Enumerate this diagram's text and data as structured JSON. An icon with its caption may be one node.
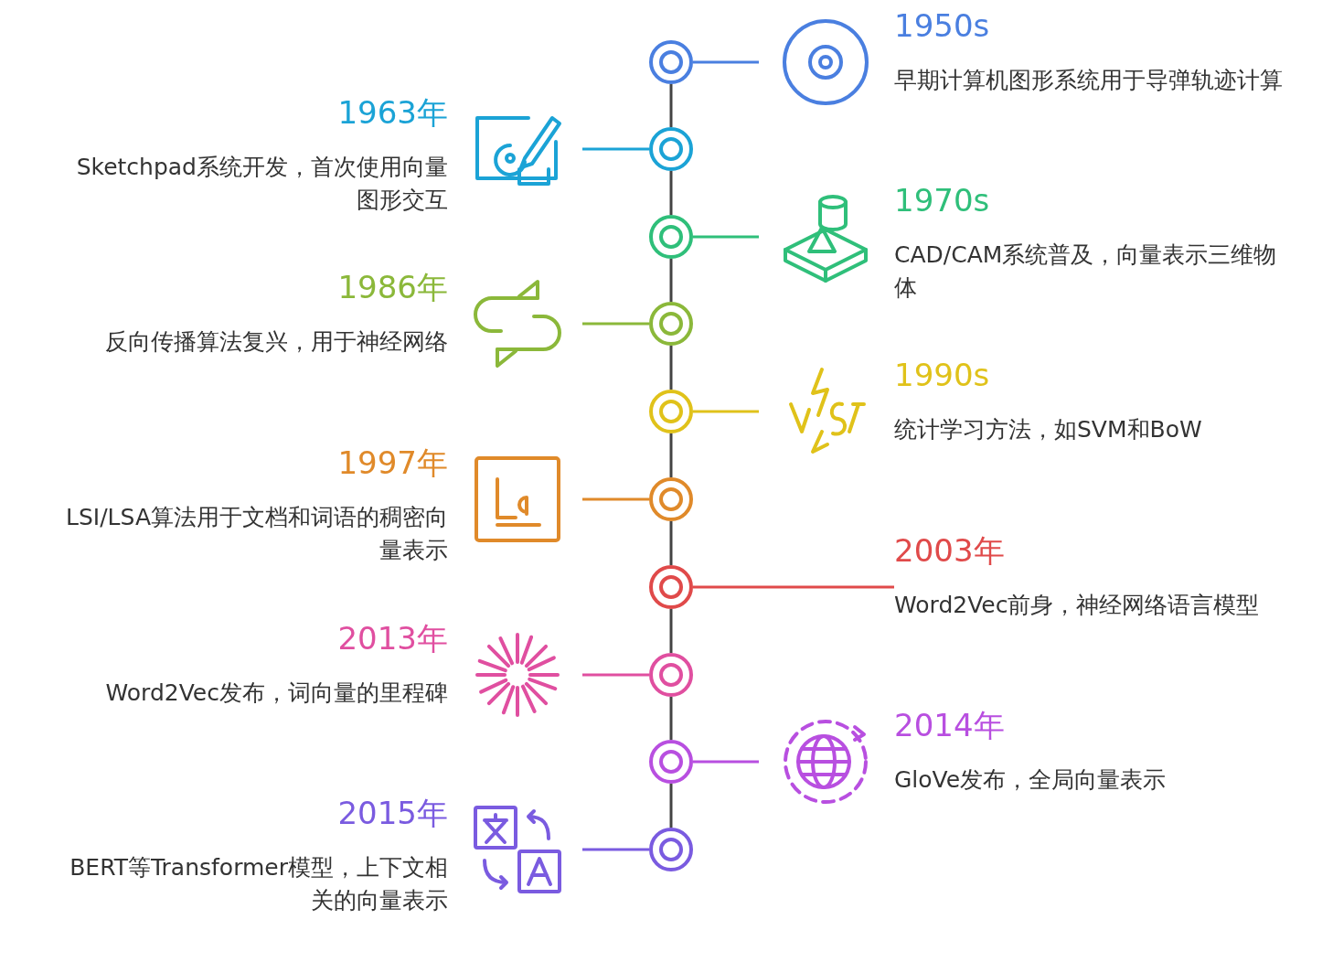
{
  "diagram": {
    "nodes": [
      {
        "text": [],
        "shape": "circle"
      },
      {
        "text": [
          "1950s",
          "早期计算机图形系统用于导弹轨迹计算"
        ]
      },
      {
        "text": [],
        "shape": "circle"
      },
      {
        "text": [
          "1963年",
          "Sketchpad系统开发，首次使用向量图形交互"
        ]
      },
      {
        "text": [],
        "shape": "circle"
      },
      {
        "text": [
          "1970s",
          "CAD/CAM系统普及，向量表示三维物体"
        ]
      },
      {
        "text": [],
        "shape": "circle"
      },
      {
        "text": [
          "1986年",
          "反向传播算法复兴，用于神经网络"
        ]
      },
      {
        "text": [],
        "shape": "circle"
      },
      {
        "text": [
          "1990s",
          "统计学习方法，如SVM和BoW"
        ]
      },
      {
        "text": [],
        "shape": "circle"
      },
      {
        "text": [
          "1997年",
          "LSI/LSA算法用于文档和词语的稠密向量表示"
        ]
      },
      {
        "text": [],
        "shape": "circle"
      },
      {
        "text": [
          "2003年",
          "Word2Vec前身，神经网络语言模型"
        ]
      },
      {
        "text": [],
        "shape": "circle"
      },
      {
        "text": [
          "2013年",
          "Word2Vec发布，词向量的里程碑"
        ]
      },
      {
        "text": [],
        "shape": "circle"
      },
      {
        "text": [
          "2014年",
          "GloVe发布，全局向量表示"
        ]
      },
      {
        "text": [],
        "shape": "circle"
      },
      {
        "text": [
          "2015年",
          "BERT等Transformer模型，上下文相关的向量表示"
        ]
      }
    ],
    "edges": [
      {
        "from": 0,
        "to": 2,
        "arrow": "none"
      },
      {
        "from": 2,
        "to": 4,
        "arrow": "none"
      },
      {
        "from": 4,
        "to": 6,
        "arrow": "none"
      },
      {
        "from": 6,
        "to": 8,
        "arrow": "none"
      },
      {
        "from": 8,
        "to": 10,
        "arrow": "none"
      },
      {
        "from": 10,
        "to": 12,
        "arrow": "none"
      },
      {
        "from": 12,
        "to": 14,
        "arrow": "none"
      },
      {
        "from": 14,
        "to": 16,
        "arrow": "none"
      },
      {
        "from": 16,
        "to": 18,
        "arrow": "none"
      },
      {
        "from": 0,
        "to": 1,
        "arrow": "none",
        "color": "#4a7fe0"
      },
      {
        "from": 2,
        "to": 3,
        "arrow": "none",
        "color": "#1ba3d6"
      },
      {
        "from": 4,
        "to": 5,
        "arrow": "none",
        "color": "#2fbf7a"
      },
      {
        "from": 6,
        "to": 7,
        "arrow": "none",
        "color": "#8bb83a"
      },
      {
        "from": 8,
        "to": 9,
        "arrow": "none",
        "color": "#e0c21a"
      },
      {
        "from": 10,
        "to": 11,
        "arrow": "none",
        "color": "#e08a2a"
      },
      {
        "from": 12,
        "to": 13,
        "arrow": "none",
        "color": "#e04a4a"
      },
      {
        "from": 14,
        "to": 15,
        "arrow": "none",
        "color": "#e04fa0"
      },
      {
        "from": 16,
        "to": 17,
        "arrow": "none",
        "color": "#b84fe0"
      },
      {
        "from": 18,
        "to": 19,
        "arrow": "none",
        "color": "#7a5be0"
      }
    ]
  }
}
